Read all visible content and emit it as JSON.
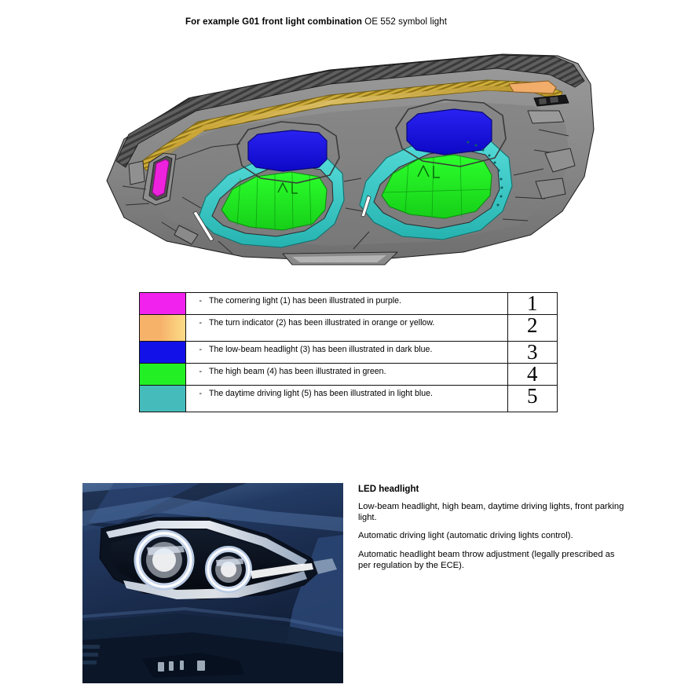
{
  "heading": {
    "bold_part": "For example G01 front light combination",
    "normal_part": "OE 552 symbol light"
  },
  "figure": {
    "name": "g01-front-headlight-cutaway-diagram",
    "colors": {
      "cornering_light_purple": "#ee22dd",
      "turn_indicator_orange": "#f0ab66",
      "turn_indicator_gold": "#c9a227",
      "low_beam_blue": "#1a18e0",
      "high_beam_green": "#22ee22",
      "daytime_light_teal": "#3fd0cf",
      "housing_gray": "#8c8c8c",
      "housing_dark": "#5c5c5c",
      "outline": "#1a1a1a"
    }
  },
  "legend": {
    "columns": [
      "colour",
      "description",
      "number"
    ],
    "rows": [
      {
        "swatch_color": "#f222ee",
        "swatch_color2": "#f222ee",
        "dash": "-",
        "text": "The cornering light (1) has been illustrated in purple.",
        "number": "1",
        "lines": 1
      },
      {
        "swatch_color": "#f7b26a",
        "swatch_color2": "#fbdc86",
        "dash": "-",
        "text": "The turn indicator (2) has been illustrated in orange or yellow.",
        "number": "2",
        "lines": 2
      },
      {
        "swatch_color": "#1111e8",
        "swatch_color2": "#1111e8",
        "dash": "-",
        "text": "The low-beam headlight (3) has been illustrated in dark blue.",
        "number": "3",
        "lines": 2
      },
      {
        "swatch_color": "#22f024",
        "swatch_color2": "#22f024",
        "dash": "-",
        "text": "The high beam (4) has been illustrated in green.",
        "number": "4",
        "lines": 1
      },
      {
        "swatch_color": "#45bcbb",
        "swatch_color2": "#45bcbb",
        "dash": "-",
        "text": "The daytime driving light (5) has been illustrated in light blue.",
        "number": "5",
        "lines": 2
      }
    ]
  },
  "photo": {
    "name": "bmw-led-headlight-photo",
    "body_color": "#2b4470",
    "description": "Close-up photograph of a blue BMW front corner showing an illuminated LED headlight with twin corona rings"
  },
  "led_section": {
    "title": "LED headlight",
    "paragraphs": [
      "Low-beam headlight, high beam, daytime driving lights, front parking light.",
      "Automatic driving light (automatic driving lights control).",
      "Automatic headlight beam throw adjustment (legally prescribed as per regulation by the ECE)."
    ]
  }
}
